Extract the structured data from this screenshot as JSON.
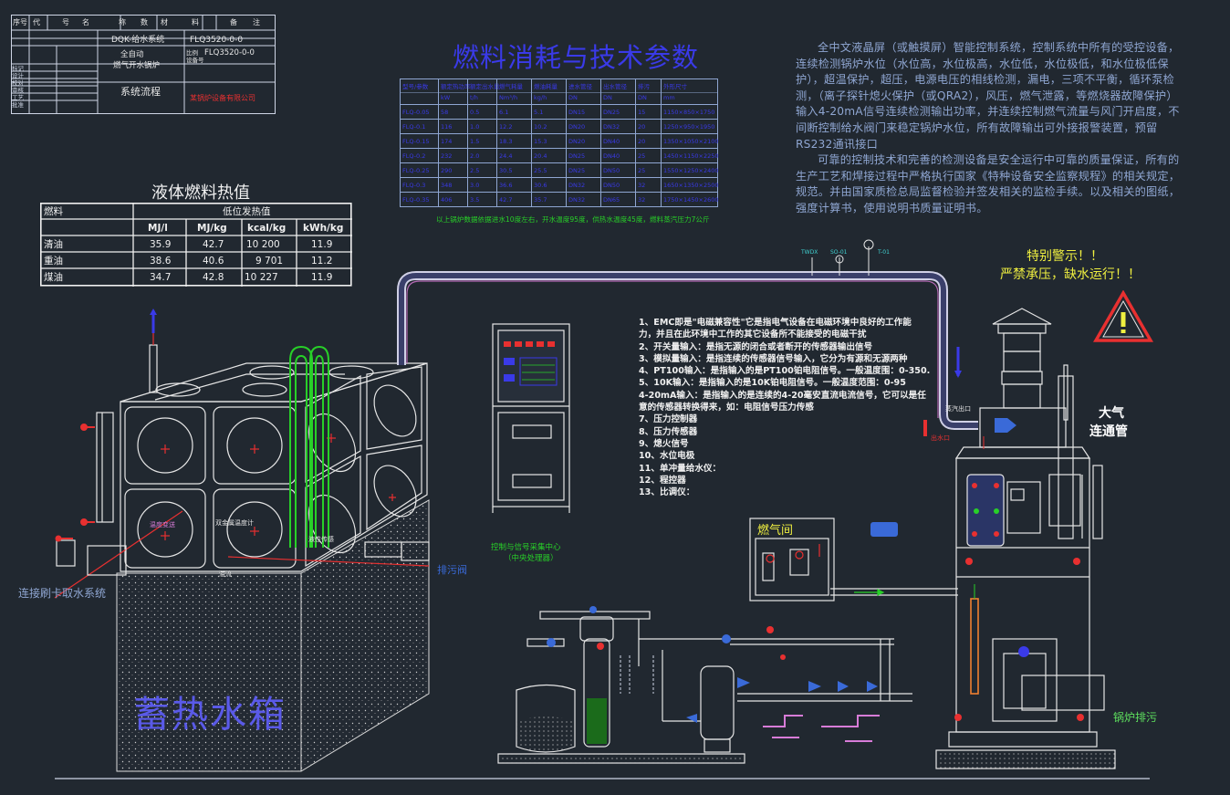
{
  "title_block": {
    "header_cols": [
      "序号",
      "代",
      "号",
      "名",
      "称",
      "数",
      "材",
      "料",
      "备",
      "注"
    ],
    "drawing_name": "DQK-给水系统",
    "drawing_no": "FLQ3520-0-0",
    "product_name_line1": "全自动",
    "product_name_line2": "燃气开水锅炉",
    "equip_no": "FLQ3520-0-0",
    "subtitle": "系统流程",
    "company": "某锅炉设备有限公司",
    "left_labels": [
      "标记",
      "设计",
      "校对",
      "审核",
      "工艺",
      "批准"
    ],
    "scale_label": "比例",
    "set_label": "设备号"
  },
  "fuel_consumption": {
    "title": "燃料消耗与技术参数",
    "columns": [
      "型号/参数",
      "额定热功率",
      "额定出水量",
      "燃气耗量",
      "燃油耗量",
      "进水管径",
      "出水管径",
      "排污",
      "外形尺寸"
    ],
    "units": [
      "",
      "kW",
      "t/h",
      "Nm³/h",
      "kg/h",
      "DN",
      "DN",
      "DN",
      "mm"
    ],
    "rows": [
      [
        "FLQ-0.05",
        "58",
        "0.5",
        "6.1",
        "5.1",
        "DN15",
        "DN25",
        "15",
        "1150×850×1750"
      ],
      [
        "FLQ-0.1",
        "116",
        "1.0",
        "12.2",
        "10.2",
        "DN20",
        "DN32",
        "20",
        "1250×950×1950"
      ],
      [
        "FLQ-0.15",
        "174",
        "1.5",
        "18.3",
        "15.3",
        "DN20",
        "DN40",
        "20",
        "1350×1050×2100"
      ],
      [
        "FLQ-0.2",
        "232",
        "2.0",
        "24.4",
        "20.4",
        "DN25",
        "DN40",
        "25",
        "1450×1150×2250"
      ],
      [
        "FLQ-0.25",
        "290",
        "2.5",
        "30.5",
        "25.5",
        "DN25",
        "DN50",
        "25",
        "1550×1250×2400"
      ],
      [
        "FLQ-0.3",
        "348",
        "3.0",
        "36.6",
        "30.6",
        "DN32",
        "DN50",
        "32",
        "1650×1350×2500"
      ],
      [
        "FLQ-0.35",
        "406",
        "3.5",
        "42.7",
        "35.7",
        "DN32",
        "DN65",
        "32",
        "1750×1450×2600"
      ]
    ],
    "footnote": "以上锅炉数据依据进水10度左右，开水温度95度，供热水温度45度，燃料蒸汽压力7公斤"
  },
  "heating_value_table": {
    "title": "液体燃料热值",
    "col_fuel": "燃料",
    "col_group": "低位发热值",
    "units": [
      "MJ/l",
      "MJ/kg",
      "kcal/kg",
      "kWh/kg"
    ],
    "rows": [
      {
        "fuel": "清油",
        "v1": "35.9",
        "v2": "42.7",
        "v3": "10 200",
        "v4": "11.9"
      },
      {
        "fuel": "重油",
        "v1": "38.6",
        "v2": "40.6",
        "v3": "9 701",
        "v4": "11.2"
      },
      {
        "fuel": "煤油",
        "v1": "34.7",
        "v2": "42.8",
        "v3": "10 227",
        "v4": "11.9"
      }
    ]
  },
  "description": {
    "p1": "全中文液晶屏（或触摸屏）智能控制系统，控制系统中所有的受控设备，连续检测锅炉水位（水位高，水位极高，水位低，水位极低，和水位极低保护），超温保护，超压，电源电压的相线检测，漏电，三项不平衡，循环泵检测，（离子探针熄火保护（或QRA2），风压，燃气泄露，等燃烧器故障保护）输入4-20mA信号连续检测输出功率，并连续控制燃气流量与风门开启度，不间断控制给水阀门来稳定锅炉水位，所有故障输出可外接报警装置，预留RS232通讯接口",
    "p2": "可靠的控制技术和完善的检测设备是安全运行中可靠的质量保证，所有的生产工艺和焊接过程中严格执行国家《特种设备安全监察规程》的相关规定，规范。并由国家质检总局监督检验并签发相关的监检手续。以及相关的图纸，强度计算书，使用说明书质量证明书。"
  },
  "control_notes": [
    "1、EMC即是\"电磁兼容性\"它是指电气设备在电磁环境中良好的工作能",
    "力，并且在此环境中工作的其它设备所不能接受的电磁干扰",
    "2、开关量输入：是指无源的闭合或者断开的传感器输出信号",
    "3、模拟量输入：是指连续的传感器信号输入，它分为有源和无源两种",
    "4、PT100输入：是指输入的是PT100铂电阻信号。一般温度围：0-350.",
    "5、10K输入：是指输入的是10K铂电阻信号。一般温度范围：0-95",
    "4-20mA输入：是指输入的是连续的4-20毫安直流电流信号，它可以是任",
    "意的传感器转换得来，如：电阻信号压力传感",
    "7、压力控制器",
    "8、压力传感器",
    "9、熄火信号",
    "10、水位电极",
    "11、单冲量给水仪：",
    "12、程控器",
    "13、比调仪："
  ],
  "warning": {
    "line1": "特别警示！！",
    "line2": "严禁承压，缺水运行！！"
  },
  "labels": {
    "atmos_line1": "大气",
    "atmos_line2": "连通管",
    "storage_tank": "蓄热水箱",
    "card_system": "连接刷卡取水系统",
    "gas_room": "燃气间",
    "control_center_line1": "控制与信号采集中心",
    "control_center_line2": "（中央处理器）",
    "boiler_drain": "锅炉排污",
    "drain_valve": "排污阀",
    "overflow_label": "溢流",
    "temp_sensor": "温度变送",
    "level_sensor": "液位传感",
    "level_gauge": "双金属温度计",
    "steam_label": "蒸汽出口",
    "outlet_label": "出水口"
  },
  "colors": {
    "background": "#212830",
    "line_white": "#e6e6e6",
    "title_blue": "#3a3ae8",
    "magenta": "#d87cd8",
    "green": "#28d028",
    "red": "#e83030",
    "yellow": "#f0f040",
    "cyan": "#40d0d0",
    "warn_green": "#5ee05e"
  }
}
